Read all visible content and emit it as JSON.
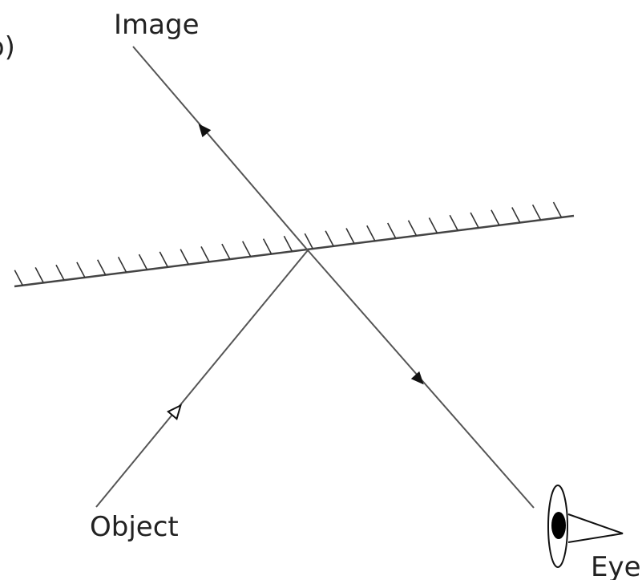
{
  "labels": {
    "corner": "b)",
    "image": "Image",
    "object": "Object",
    "eye": "Eye"
  },
  "colors": {
    "background": "#ffffff",
    "line": "#555555",
    "text": "#222222"
  },
  "icons": [
    "arrowhead-icon",
    "eye-icon"
  ]
}
